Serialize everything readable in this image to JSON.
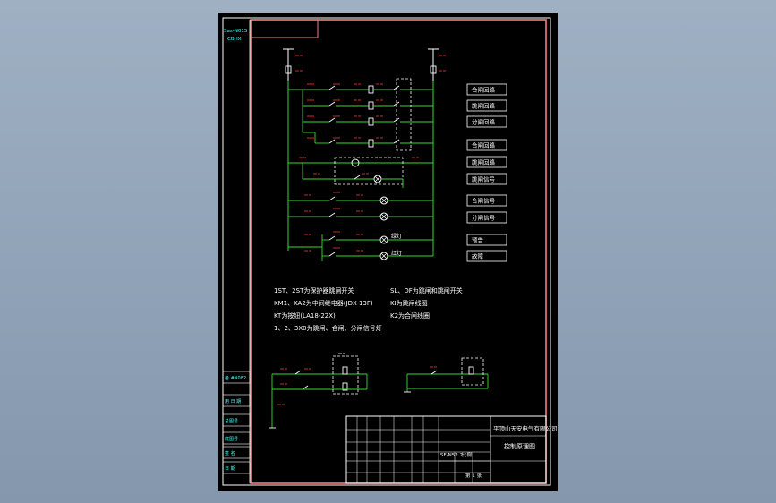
{
  "colors": {
    "background": "#000000",
    "border": "#f07f7f",
    "frame": "#ffffff",
    "wire": "#33dd33",
    "label": "#ff3333",
    "symbol": "#ffffff",
    "text": "#ffffff"
  },
  "sidebar": {
    "top_code": "Sas-N015",
    "top_sub": "CBHX",
    "items": [
      "备.#N082",
      "用 日 期",
      "总图号",
      "底图号",
      "签 名",
      "日 期"
    ]
  },
  "right_labels": [
    "合闸回路",
    "跳闸回路",
    "分闸回路",
    "合闸回路",
    "跳闸回路",
    "跳闸信号",
    "合闸信号",
    "分闸信号",
    "预告",
    "故障"
  ],
  "lamp_labels": [
    "绿灯",
    "红灯"
  ],
  "notes": [
    "1ST、2ST为保护器跳闸开关",
    "SL、DF为跳闸和跳闸开关",
    "KM1、KA2为中间继电器(JDX-13F)",
    "KI为跳闸线圈",
    "KT为按钮(LA18-22X)",
    "K2为合闸线圈",
    "1、2、3X0为跳闸、合闸、分闸信号灯"
  ],
  "title_block": {
    "company": "平顶山天安电气有限公司",
    "drawing_title": "控制原理图",
    "drawing_no": "SF-N52.2",
    "scale": "比例",
    "sheet": "第 1 张"
  }
}
